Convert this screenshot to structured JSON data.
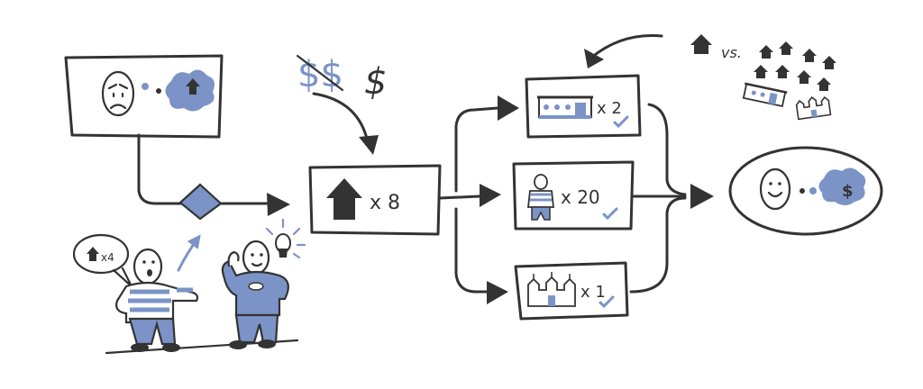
{
  "colors": {
    "ink": "#333333",
    "accent_blue": "#7b93c6",
    "background": "#ffffff"
  },
  "labels": {
    "dollars_crossed": "$$",
    "dollar_single": "$",
    "house_count_main": "x 8",
    "house_count_speech": "x4",
    "versus": "vs.",
    "office_count": "x 2",
    "people_count": "x 20",
    "castle_count": "x 1",
    "money_result": "$"
  },
  "icons": [
    "sad-face-icon",
    "money-cloud-icon",
    "decision-diamond-icon",
    "house-icon",
    "office-building-icon",
    "person-icon",
    "castle-icon",
    "happy-face-icon",
    "lightbulb-icon",
    "checkmark-icon"
  ]
}
